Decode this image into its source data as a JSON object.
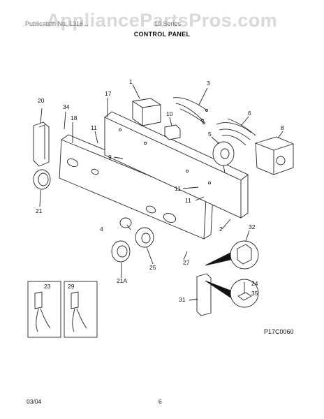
{
  "watermark": "AppliancePartsPros.com",
  "header": {
    "left_text": "Publication No. 1316...",
    "right_text": "10 Series",
    "title": "CONTROL PANEL"
  },
  "callouts": [
    "1",
    "3",
    "6",
    "8",
    "10",
    "5",
    "17",
    "20",
    "34",
    "18",
    "11",
    "9",
    "11",
    "11",
    "21",
    "2",
    "4",
    "32",
    "25",
    "27",
    "21A",
    "24",
    "35",
    "31",
    "23",
    "29"
  ],
  "diagram_code": "P17C0060",
  "footer": {
    "date": "03/04",
    "page": "6"
  }
}
